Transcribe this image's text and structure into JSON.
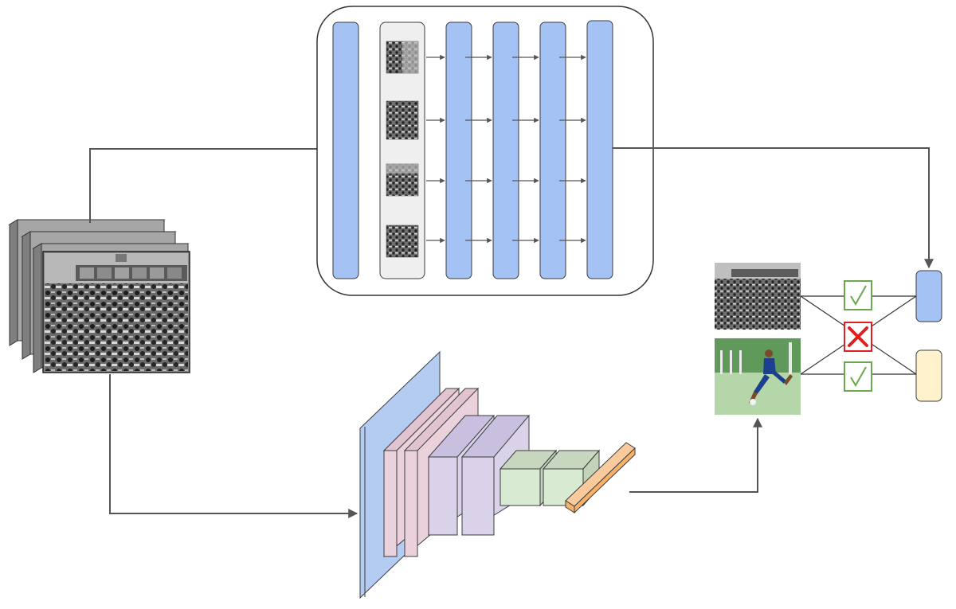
{
  "diagram": {
    "colors": {
      "line": "#555555",
      "bar_blue": "#a4c2f4",
      "bar_stroke": "#3c3c3c",
      "frame_gray": "#efefef",
      "conv_input": "#b4cbf2",
      "conv_pink": "#ead1dc",
      "conv_lavender": "#d9d2e9",
      "conv_green": "#d9ead3",
      "conv_orange": "#f9cb9c",
      "check_green": "#6aa84f",
      "cross_red": "#e02020",
      "embed_yellow": "#fff2cc"
    },
    "icons": {
      "match": "check-mark-icon",
      "mismatch": "cross-mark-icon"
    },
    "pairing": {
      "top_image_to_blue_embedding": "match",
      "bottom_image_to_yellow_embedding": "match",
      "cross_pairs": "mismatch"
    },
    "video_frames_count": 4,
    "sequence_bars_count": 5,
    "cnn_stages": [
      "input",
      "conv",
      "conv",
      "conv",
      "conv",
      "fc",
      "fc",
      "embedding"
    ]
  }
}
